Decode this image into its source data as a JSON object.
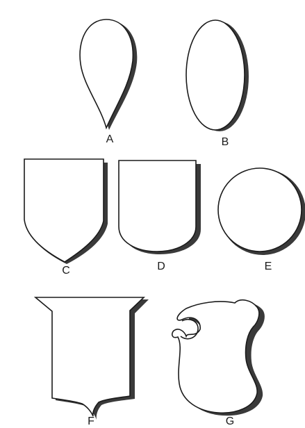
{
  "shapes": [
    {
      "id": "A",
      "label": "A",
      "kind": "teardrop"
    },
    {
      "id": "B",
      "label": "B",
      "kind": "oval"
    },
    {
      "id": "C",
      "label": "C",
      "kind": "pointed-shield"
    },
    {
      "id": "D",
      "label": "D",
      "kind": "rounded-shield"
    },
    {
      "id": "E",
      "label": "E",
      "kind": "circle"
    },
    {
      "id": "F",
      "label": "F",
      "kind": "flared-shield"
    },
    {
      "id": "G",
      "label": "G",
      "kind": "bird-head"
    }
  ],
  "style": {
    "outline_color": "#1a1a1a",
    "shadow_color": "#3a3a3a",
    "fill_color": "#ffffff"
  }
}
